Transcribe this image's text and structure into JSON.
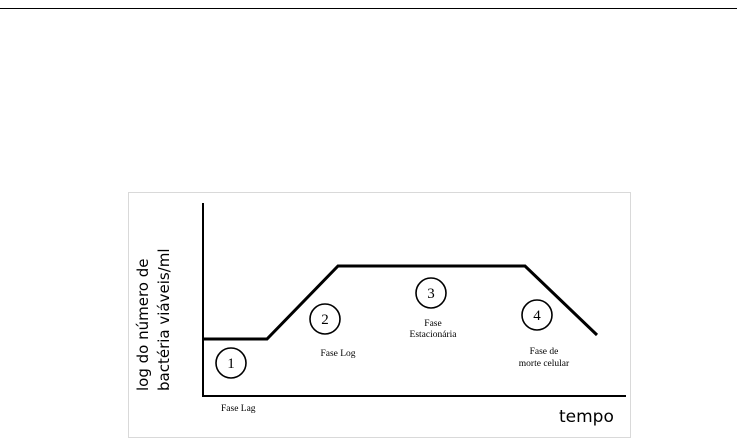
{
  "diagram": {
    "y_axis_label_line1": "log do número de",
    "y_axis_label_line2": "bactéria viáveis/ml",
    "x_axis_label": "tempo",
    "phases": [
      {
        "number": "1",
        "label_lines": [
          "Fase Lag"
        ]
      },
      {
        "number": "2",
        "label_lines": [
          "Fase Log"
        ]
      },
      {
        "number": "3",
        "label_lines": [
          "Fase",
          "Estacionária"
        ]
      },
      {
        "number": "4",
        "label_lines": [
          "Fase de",
          "morte celular"
        ]
      }
    ],
    "colors": {
      "line": "#000000",
      "frame": "#d9d9d9",
      "background": "#ffffff"
    }
  }
}
